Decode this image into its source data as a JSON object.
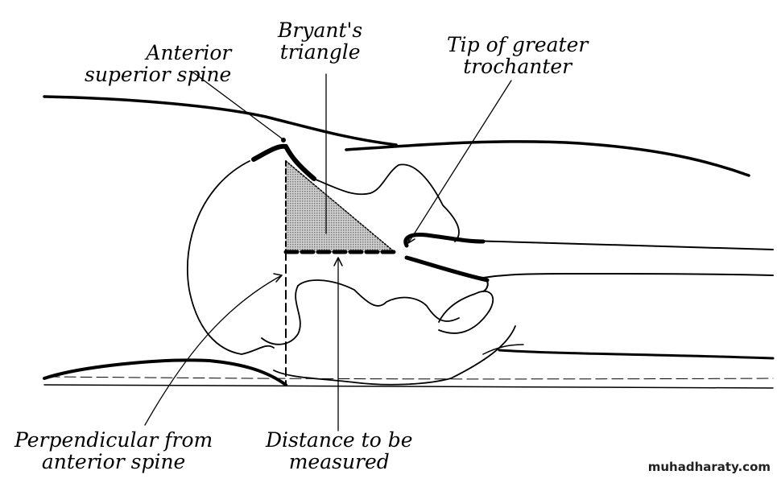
{
  "labels": {
    "anterior_superior_spine": [
      "Anterior",
      "superior spine"
    ],
    "bryants_triangle": [
      "Bryant's",
      "triangle"
    ],
    "tip_greater_trochanter": [
      "Tip of greater",
      "trochanter"
    ],
    "perpendicular": [
      "Perpendicular from",
      "anterior spine"
    ],
    "distance": [
      "Distance to be",
      "measured"
    ]
  },
  "watermark": "muhadharaty.com",
  "colors": {
    "ink": "#000000",
    "triangle_fill": "#b8b8b8"
  }
}
